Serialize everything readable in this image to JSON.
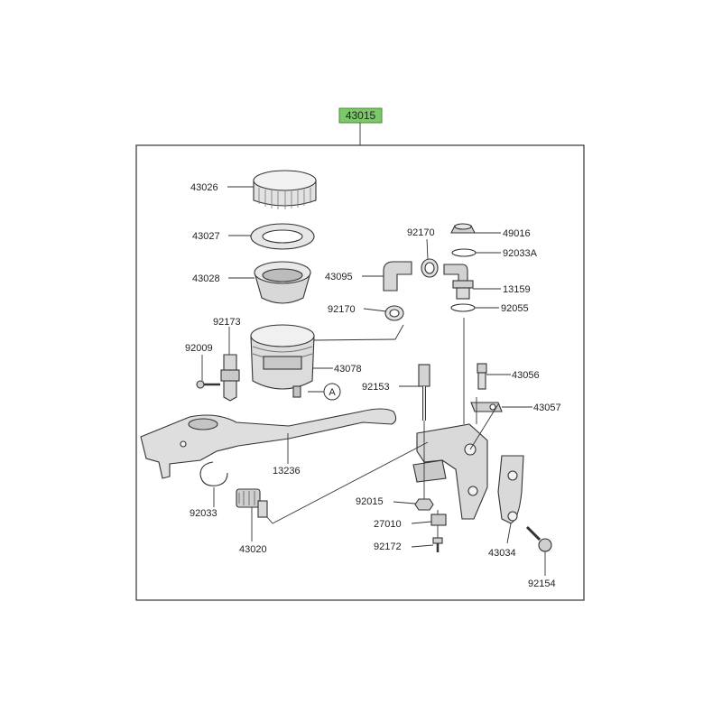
{
  "assembly": {
    "part_number": "43015",
    "highlight_color": "#7ec86b"
  },
  "callouts": [
    {
      "id": "43026",
      "text": "43026"
    },
    {
      "id": "43027",
      "text": "43027"
    },
    {
      "id": "43028",
      "text": "43028"
    },
    {
      "id": "92173",
      "text": "92173"
    },
    {
      "id": "92009",
      "text": "92009"
    },
    {
      "id": "43078",
      "text": "43078"
    },
    {
      "id": "13236",
      "text": "13236"
    },
    {
      "id": "92033",
      "text": "92033"
    },
    {
      "id": "43020",
      "text": "43020"
    },
    {
      "id": "92170a",
      "text": "92170"
    },
    {
      "id": "92170b",
      "text": "92170"
    },
    {
      "id": "43095",
      "text": "43095"
    },
    {
      "id": "49016",
      "text": "49016"
    },
    {
      "id": "92033A",
      "text": "92033A"
    },
    {
      "id": "13159",
      "text": "13159"
    },
    {
      "id": "92055",
      "text": "92055"
    },
    {
      "id": "92153",
      "text": "92153"
    },
    {
      "id": "43056",
      "text": "43056"
    },
    {
      "id": "43057",
      "text": "43057"
    },
    {
      "id": "92015",
      "text": "92015"
    },
    {
      "id": "27010",
      "text": "27010"
    },
    {
      "id": "92172",
      "text": "92172"
    },
    {
      "id": "43034",
      "text": "43034"
    },
    {
      "id": "92154",
      "text": "92154"
    }
  ],
  "reference_marker": {
    "text": "A"
  }
}
